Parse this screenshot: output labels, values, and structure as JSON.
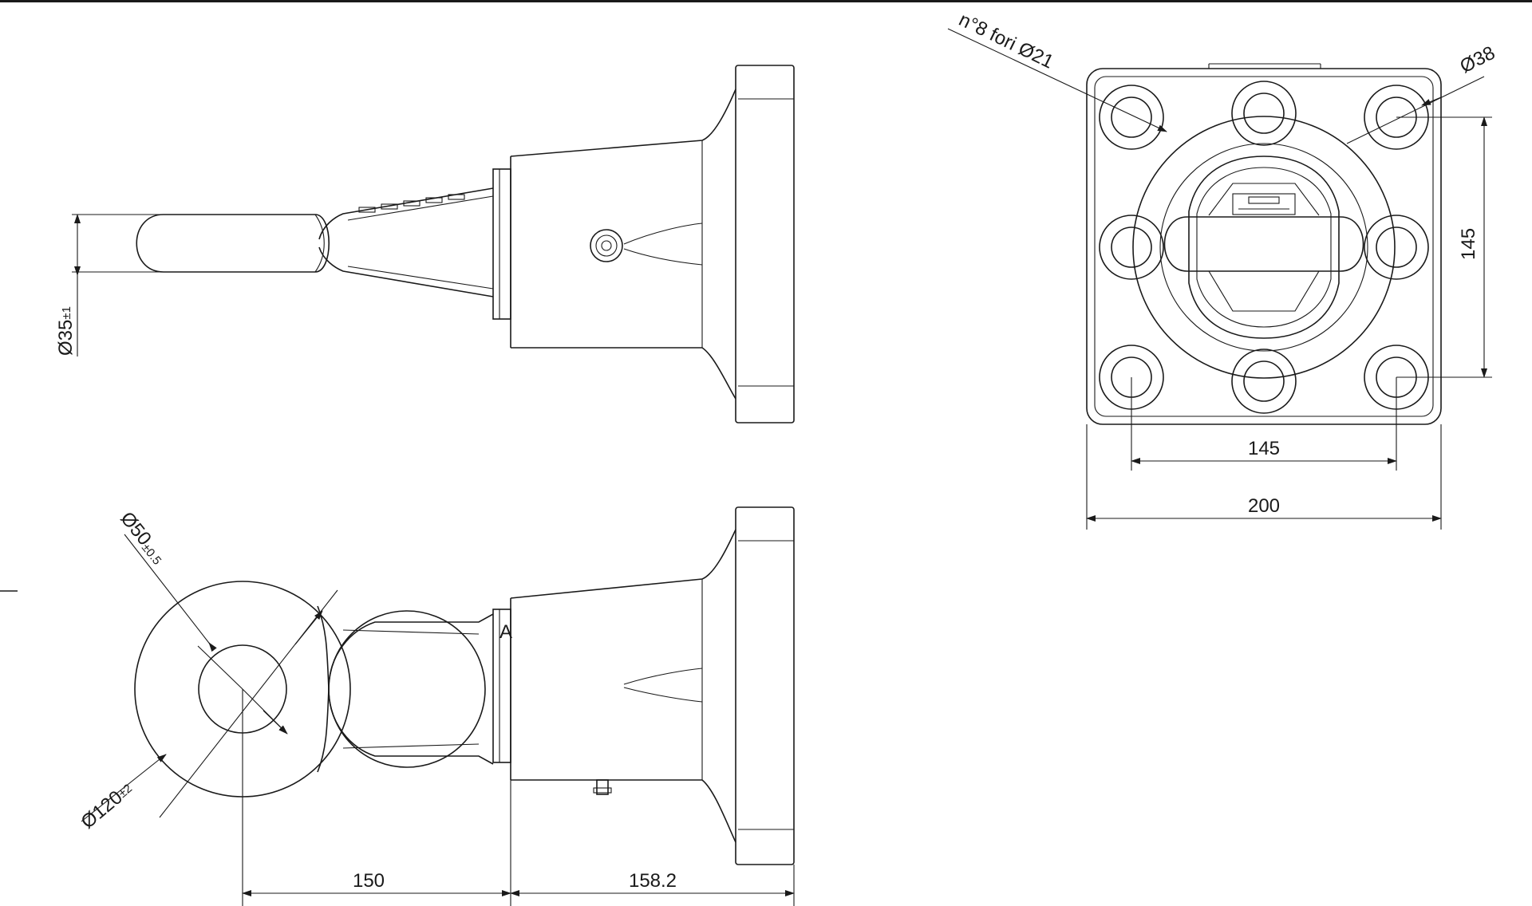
{
  "dimensions": {
    "holes_note": "n°8 fori Ø21",
    "hole_dia": "Ø38",
    "hole_spacing_v": "145",
    "hole_spacing_h": "145",
    "flange_width": "200",
    "shank_dia_main": "Ø35",
    "shank_dia_tol": "±1",
    "eye_inner_main": "Ø50",
    "eye_inner_tol": "±0.5",
    "eye_outer_main": "Ø120",
    "eye_outer_tol": "±2",
    "length_eye": "150",
    "length_body": "158.2",
    "section_letter": "A"
  }
}
